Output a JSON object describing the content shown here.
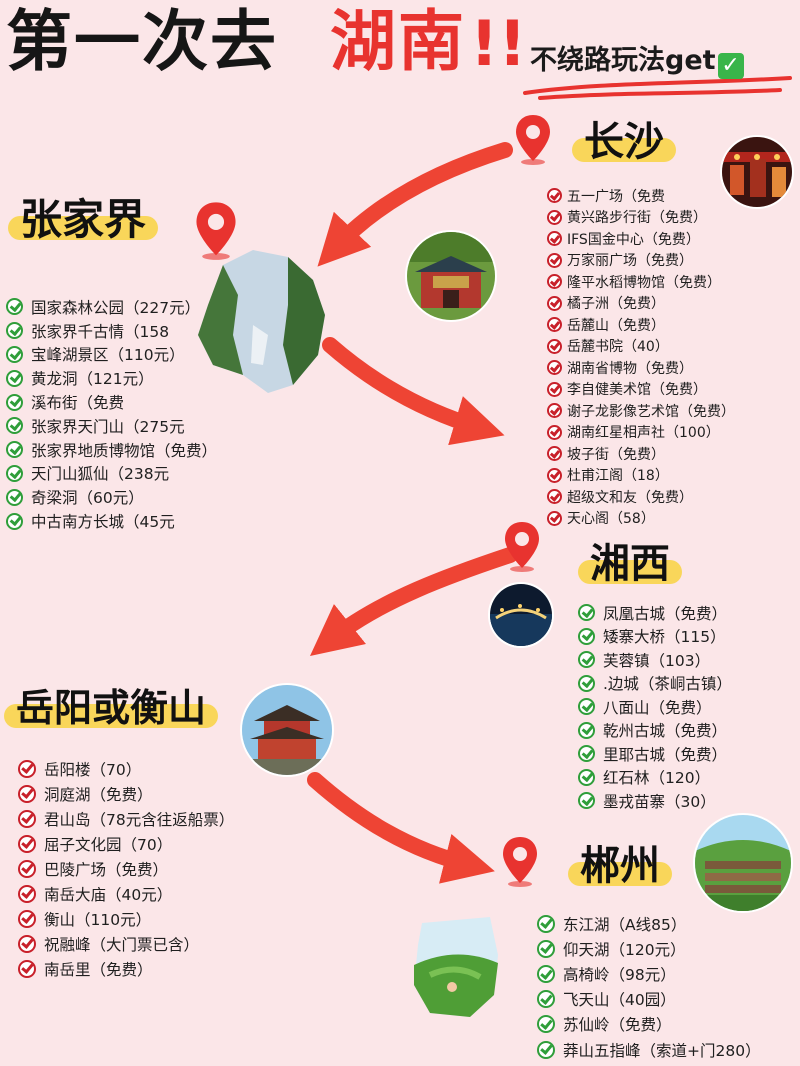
{
  "title": {
    "main": "第一次去",
    "highlight": "湖南",
    "bang": "!!",
    "sub": "不绕路玩法get",
    "sub_check": "✓"
  },
  "colors": {
    "accent": "#e8332f",
    "highlight_bar": "#f9d65a",
    "check_green": "#2f9e3a",
    "check_red": "#c8202a",
    "background": "#fbe6e8"
  },
  "regions": {
    "changsha": {
      "name": "长沙",
      "items": [
        "五一广场（免费",
        "黄兴路步行街（免费）",
        "IFS国金中心（免费）",
        "万家丽广场（免费）",
        "隆平水稻博物馆（免费）",
        "橘子洲（免费）",
        "岳麓山（免费）",
        "岳麓书院（40）",
        "湖南省博物（免费）",
        "李自健美术馆（免费）",
        "谢子龙影像艺术馆（免费）",
        "湖南红星相声社（100）",
        "坡子街（免费）",
        "杜甫江阁（18）",
        "超级文和友（免费）",
        "天心阁（58）"
      ]
    },
    "zhangjiajie": {
      "name": "张家界",
      "items": [
        "国家森林公园（227元）",
        "张家界千古情（158",
        "宝峰湖景区（110元）",
        "黄龙洞（121元）",
        "溪布街（免费",
        "张家界天门山（275元",
        "张家界地质博物馆（免费）",
        "天门山狐仙（238元",
        "奇梁洞（60元）",
        "中古南方长城（45元"
      ]
    },
    "xiangxi": {
      "name": "湘西",
      "items": [
        "凤凰古城（免费）",
        "矮寨大桥（115）",
        "芙蓉镇（103）",
        ".边城（茶峒古镇）",
        "八面山（免费）",
        "乾州古城（免费）",
        "里耶古城（免费）",
        "红石林（120）",
        "墨戎苗寨（30）"
      ]
    },
    "yueyang": {
      "name": "岳阳或衡山",
      "items": [
        "岳阳楼（70）",
        "洞庭湖（免费）",
        "君山岛（78元含往返船票）",
        "屈子文化园（70）",
        "巴陵广场（免费）",
        "南岳大庙（40元）",
        "衡山（110元）",
        "祝融峰（大门票已含）",
        "南岳里（免费）"
      ]
    },
    "chenzhou": {
      "name": "郴州",
      "items": [
        "东江湖（A线85）",
        "仰天湖（120元）",
        "高椅岭（98元）",
        "飞天山（40园）",
        "苏仙岭（免费）",
        "莽山五指峰（索道+门280）"
      ]
    }
  },
  "icons": [
    "map-pin-icon",
    "check-icon",
    "arrow-icon"
  ]
}
